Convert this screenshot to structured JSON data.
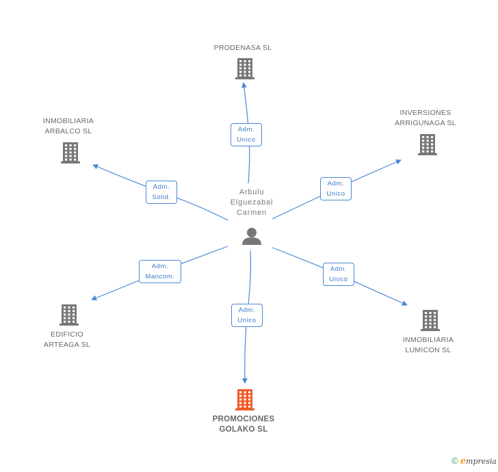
{
  "diagram": {
    "center": {
      "lines": [
        "Arbulu",
        "Elguezabal",
        "Carmen"
      ],
      "icon": "person-icon"
    },
    "nodes": [
      {
        "id": "prodenasa",
        "lines": [
          "PRODENASA SL"
        ],
        "icon": "building-icon",
        "highlight": false
      },
      {
        "id": "inversiones",
        "lines": [
          "INVERSIONES",
          "ARRIGUNAGA SL"
        ],
        "icon": "building-icon",
        "highlight": false
      },
      {
        "id": "arbalco",
        "lines": [
          "INMOBILIARIA",
          "ARBALCO SL"
        ],
        "icon": "building-icon",
        "highlight": false
      },
      {
        "id": "arteaga",
        "lines": [
          "EDIFICIO",
          "ARTEAGA SL"
        ],
        "icon": "building-icon",
        "highlight": false
      },
      {
        "id": "lumicon",
        "lines": [
          "INMOBILIARIA",
          "LUMICON SL"
        ],
        "icon": "building-icon",
        "highlight": false
      },
      {
        "id": "golako",
        "lines": [
          "PROMOCIONES",
          "GOLAKO SL"
        ],
        "icon": "building-icon",
        "highlight": true
      }
    ],
    "edges": [
      {
        "to": "prodenasa",
        "lines": [
          "Adm.",
          "Unico"
        ]
      },
      {
        "to": "arbalco",
        "lines": [
          "Adm.",
          "Solid."
        ]
      },
      {
        "to": "inversiones",
        "lines": [
          "Adm.",
          "Unico"
        ]
      },
      {
        "to": "arteaga",
        "lines": [
          "Adm.",
          "Mancom."
        ]
      },
      {
        "to": "lumicon",
        "lines": [
          "Adm.",
          "Unico"
        ]
      },
      {
        "to": "golako",
        "lines": [
          "Adm.",
          "Unico"
        ]
      }
    ],
    "colors": {
      "edge": "#4a88d4",
      "building": "#777777",
      "building_highlight": "#f05a28",
      "person": "#777777"
    }
  },
  "footer": {
    "copyright_symbol": "©",
    "brand_initial": "e",
    "brand_rest": "mpresia"
  }
}
